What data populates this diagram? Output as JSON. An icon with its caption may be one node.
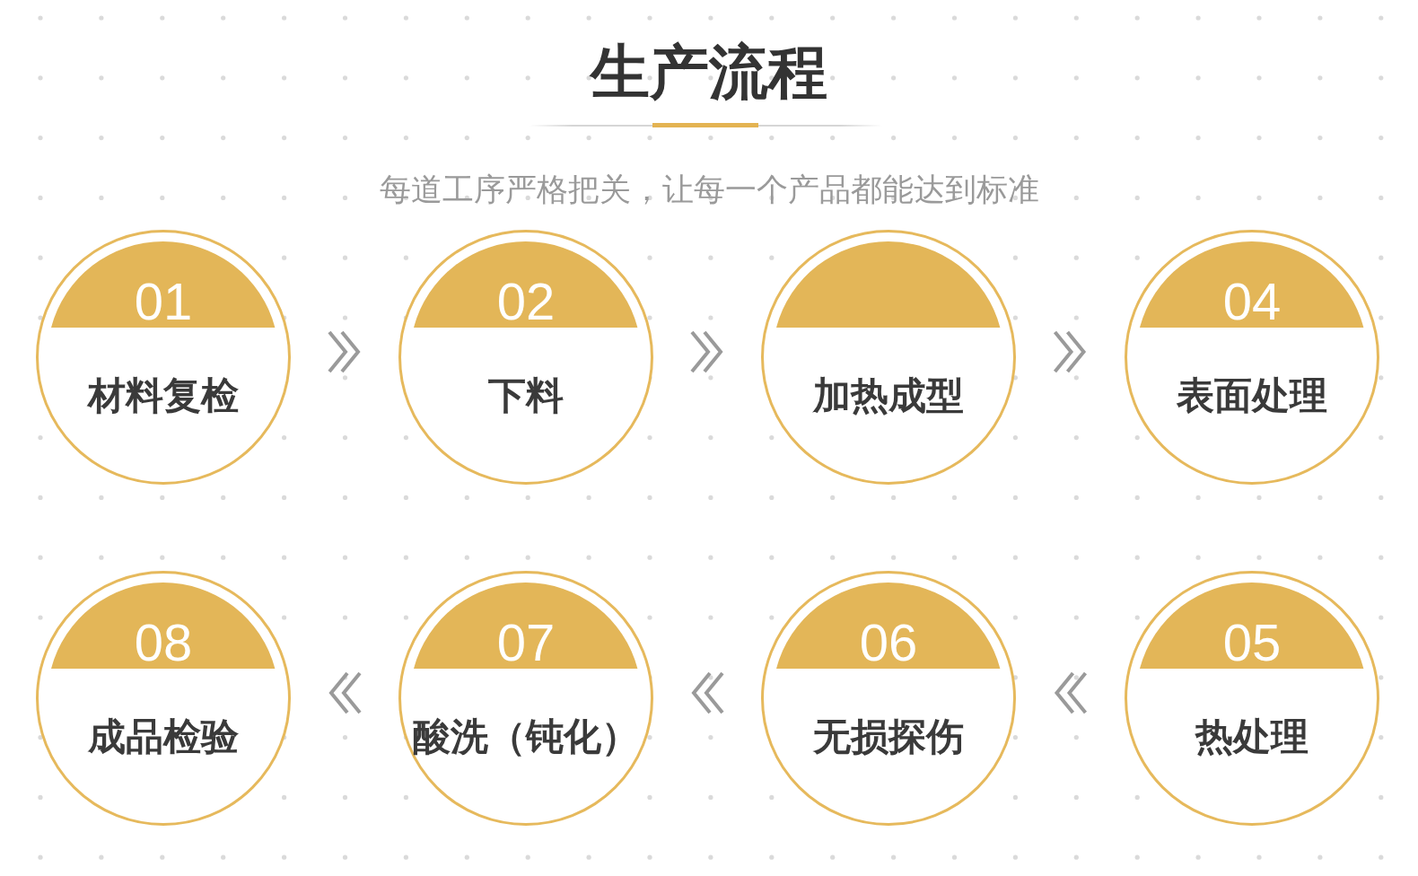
{
  "diagram": {
    "title": "生产流程",
    "nodes": [
      {
        "text": [
          "01",
          "材料复检"
        ]
      },
      {
        "text": [
          "02",
          "下料"
        ]
      },
      {
        "text": [
          "加热成型"
        ]
      },
      {
        "text": [
          "04",
          "表面处理"
        ]
      },
      {
        "text": [
          "05",
          "热处理"
        ]
      },
      {
        "text": [
          "06",
          "无损探伤"
        ]
      },
      {
        "text": [
          "07",
          "酸洗（钝化）"
        ]
      },
      {
        "text": [
          "08",
          "成品检验"
        ]
      }
    ],
    "edges": [
      {
        "from": 0,
        "to": 1,
        "arrow": "to"
      },
      {
        "from": 1,
        "to": 2,
        "arrow": "to"
      },
      {
        "from": 2,
        "to": 3,
        "arrow": "to"
      },
      {
        "from": 4,
        "to": 5,
        "arrow": "to"
      },
      {
        "from": 5,
        "to": 6,
        "arrow": "to"
      },
      {
        "from": 6,
        "to": 7,
        "arrow": "to"
      }
    ],
    "labels": [
      "每道工序严格把关，让每一个产品都能达到标准"
    ]
  }
}
